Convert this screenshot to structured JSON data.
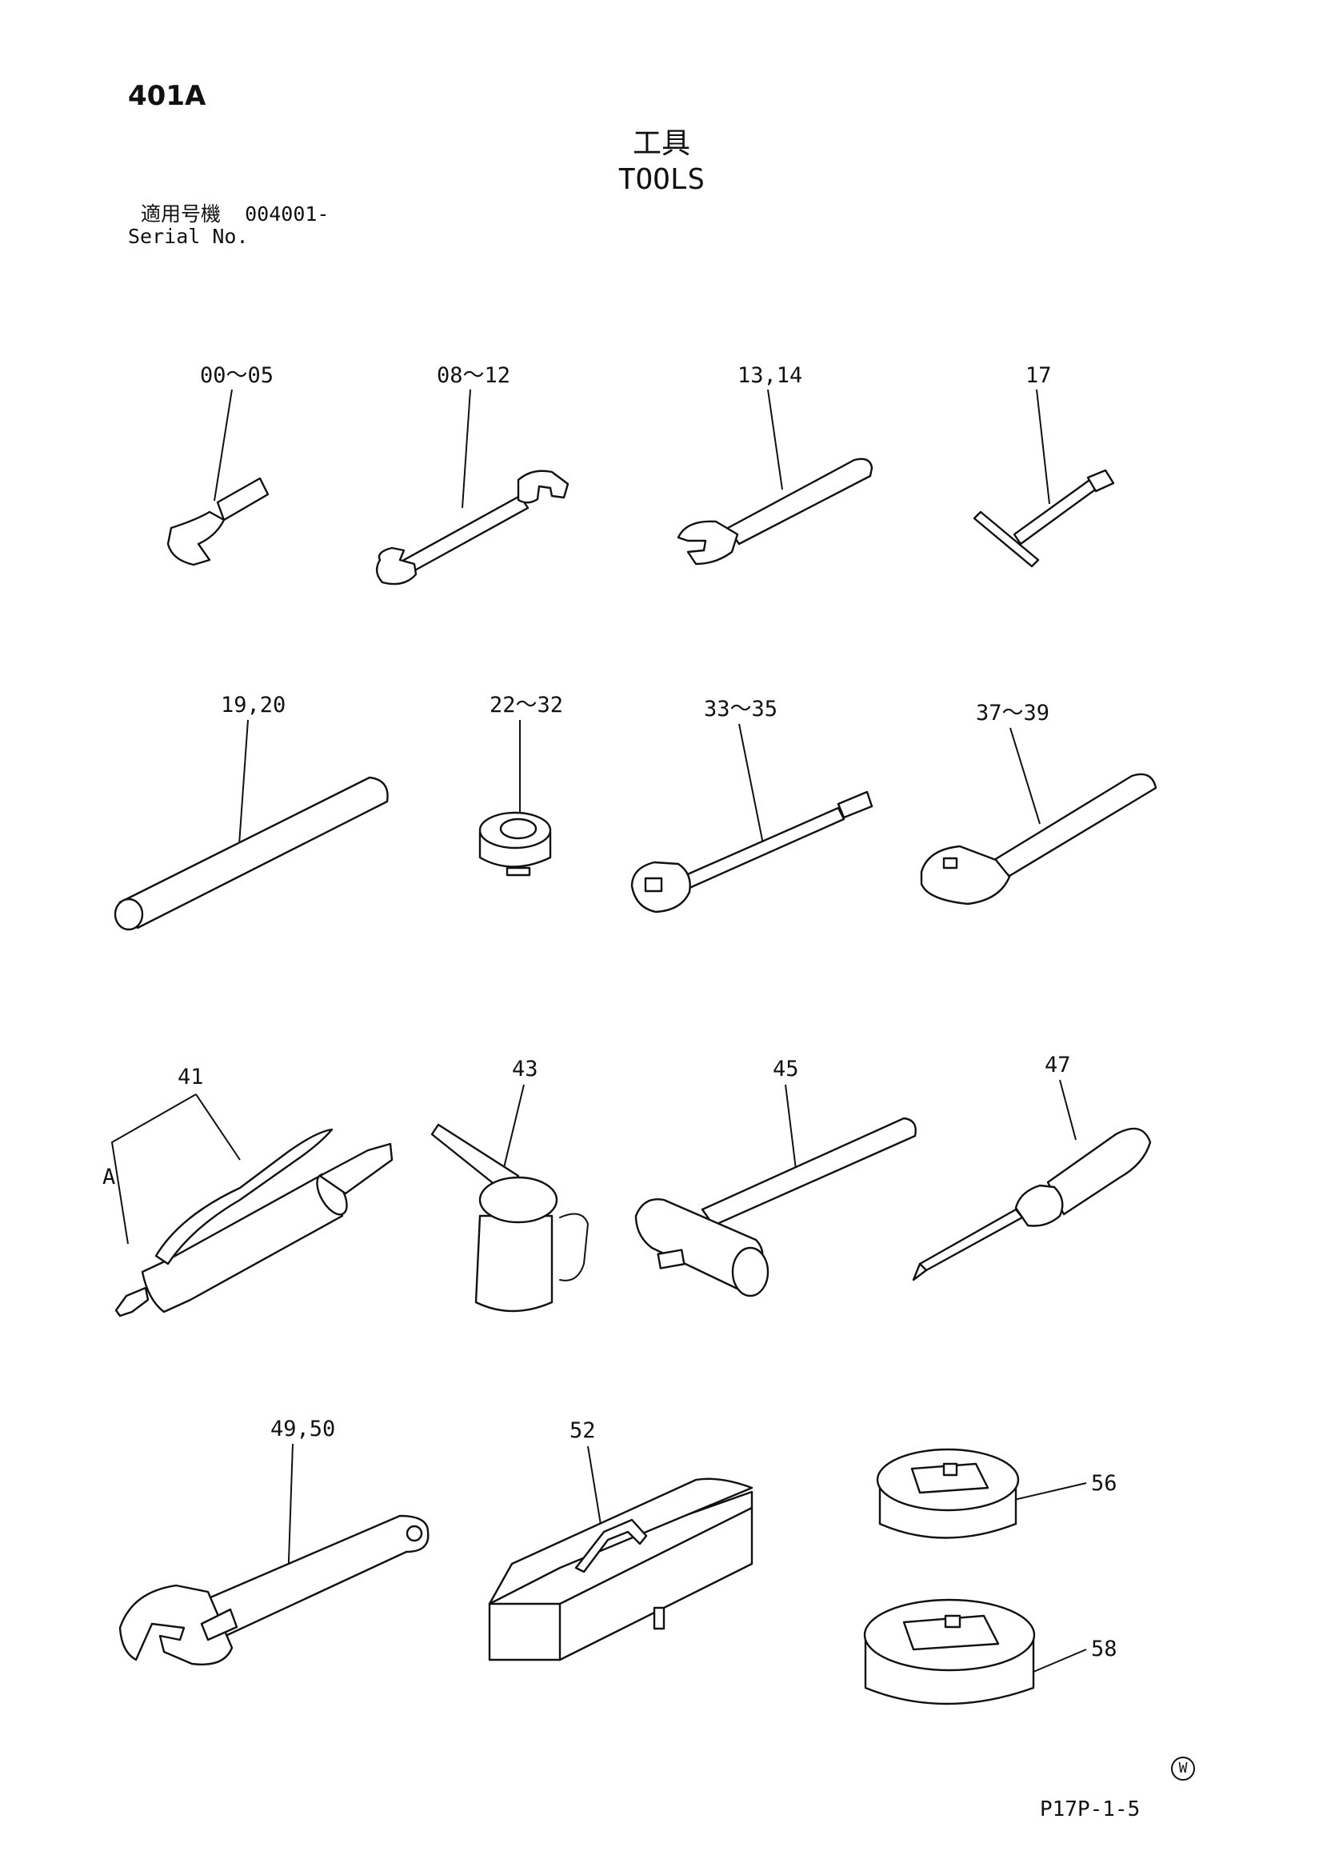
{
  "header": {
    "page_code": "401A",
    "title_jp": "工具",
    "title_en": "TOOLS",
    "serial_label_jp": "適用号機",
    "serial_value": "004001-",
    "serial_label_en": "Serial No."
  },
  "callouts": {
    "hex_key": "00～05",
    "double_wrench": "08～12",
    "single_wrench": "13,14",
    "t_socket": "17",
    "bar": "19,20",
    "socket": "22～32",
    "extension": "33～35",
    "ratchet": "37～39",
    "grease_gun": "41",
    "grease_gun_sub": "A",
    "oil_can": "43",
    "hammer": "45",
    "screwdriver": "47",
    "adjustable_wrench": "49,50",
    "tool_box": "52",
    "filter_wrench_small": "56",
    "filter_wrench_large": "58"
  },
  "footer": {
    "watermark": "W",
    "drawing_code": "P17P-1-5"
  }
}
